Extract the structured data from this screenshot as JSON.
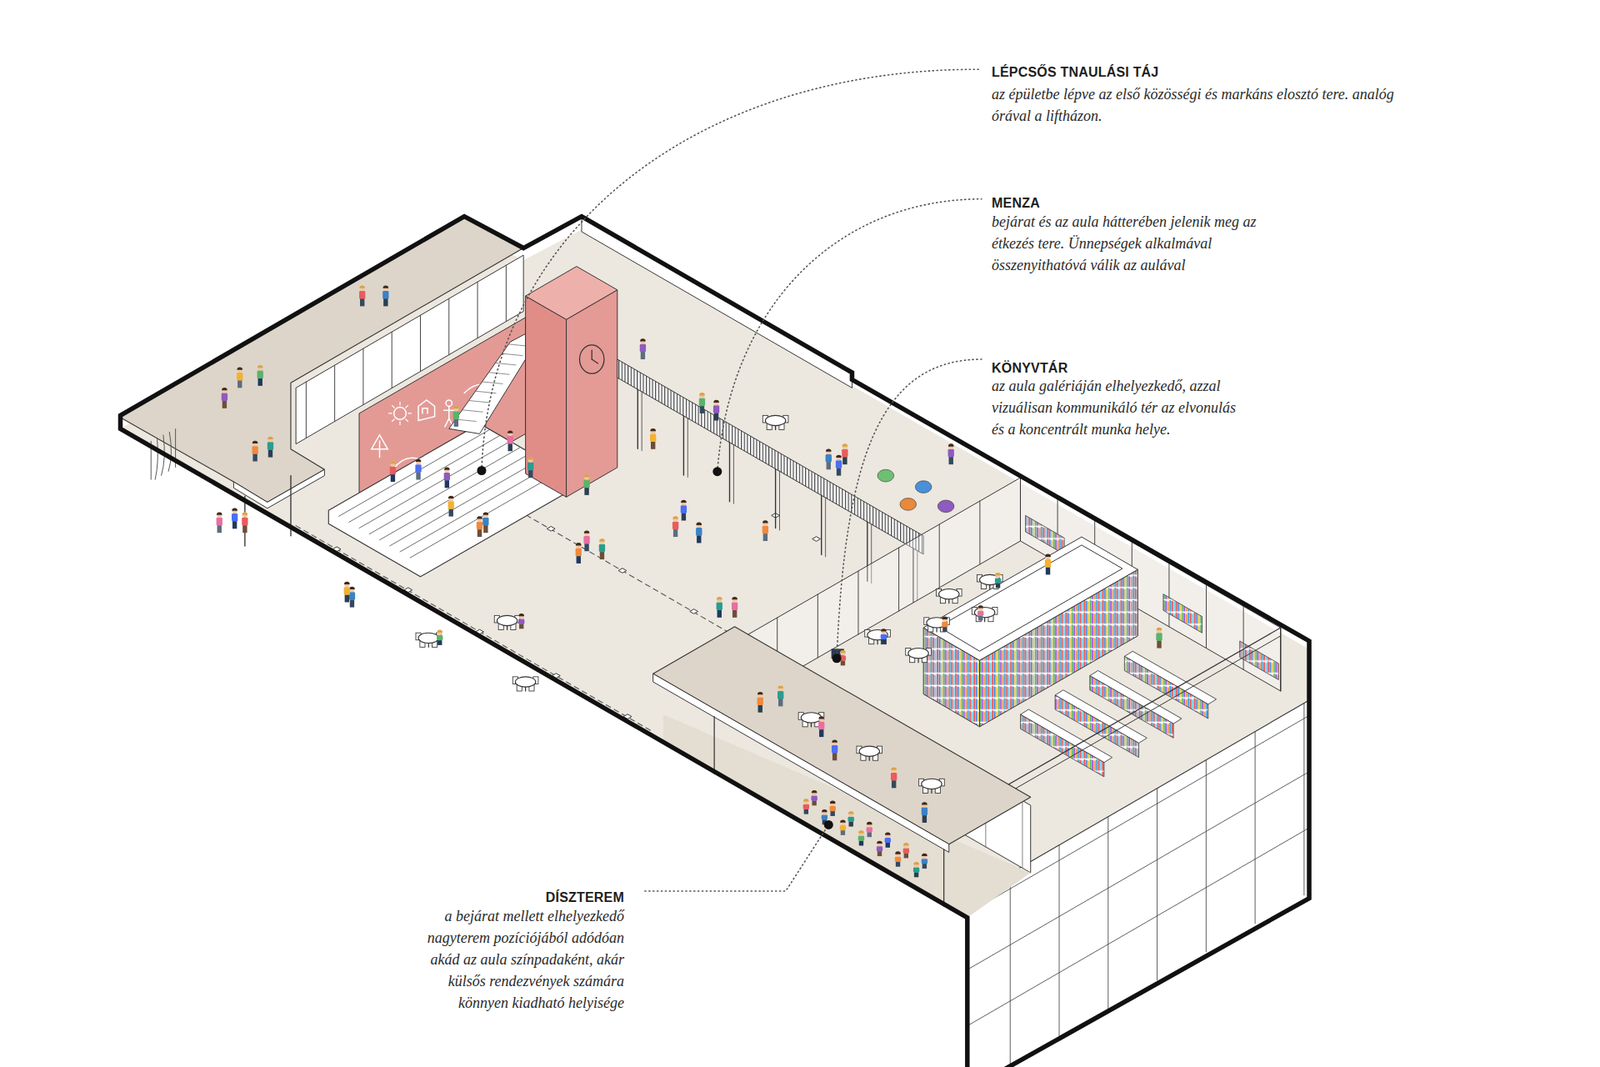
{
  "diagram": {
    "labels": [
      "LÉPCSŐS TNAULÁSI TÁJ",
      "az épületbe lépve az első közösségi és markáns elosztó tere. analóg órával a liftházon.",
      "MENZA",
      "bejárat és az aula hátterében jelenik meg az étkezés tere. Ünnepségek alkalmával összenyithatóvá válik az aulával",
      "KÖNYVTÁR",
      "az aula galériáján elhelyezkedő, azzal vizuálisan kommunikáló tér az elvonulás és a koncentrált munka helye.",
      "DÍSZTEREM",
      "a bejárat mellett elhelyezkedő nagyterem pozíciójából adódóan akád az aula színpadaként, akár külsős rendezvények számára könnyen kiadható helyisége"
    ]
  }
}
